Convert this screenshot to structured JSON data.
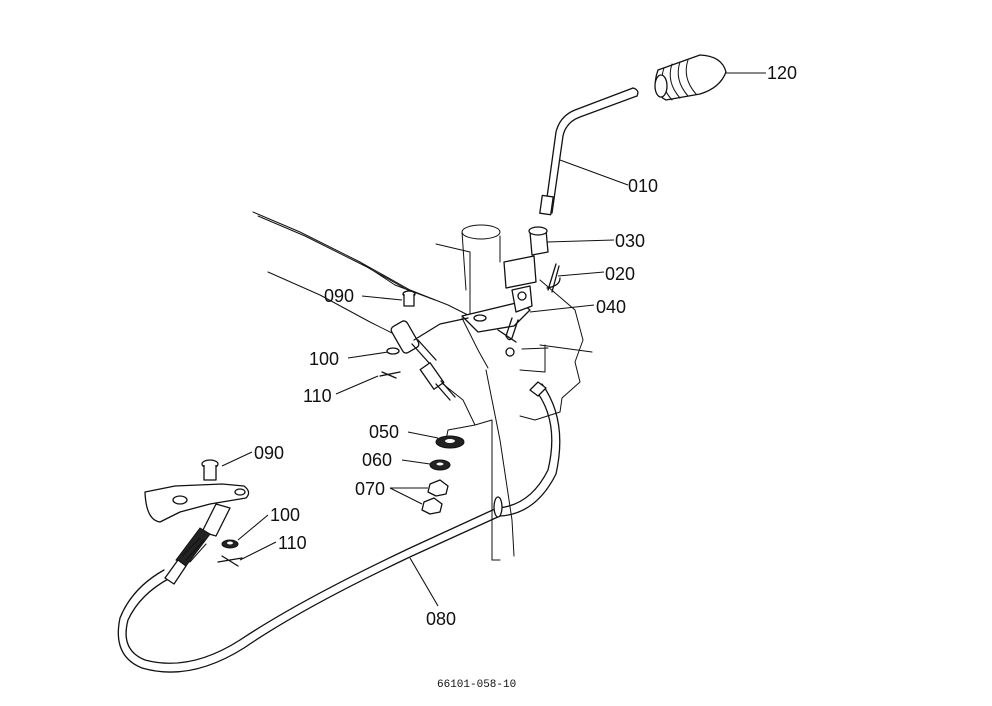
{
  "diagram": {
    "drawing_number": "66101-058-10",
    "callouts": {
      "c120": "120",
      "c010": "010",
      "c030": "030",
      "c020": "020",
      "c040": "040",
      "c090a": "090",
      "c100a": "100",
      "c110a": "110",
      "c050": "050",
      "c060": "060",
      "c070": "070",
      "c090b": "090",
      "c100b": "100",
      "c110b": "110",
      "c080": "080"
    }
  }
}
